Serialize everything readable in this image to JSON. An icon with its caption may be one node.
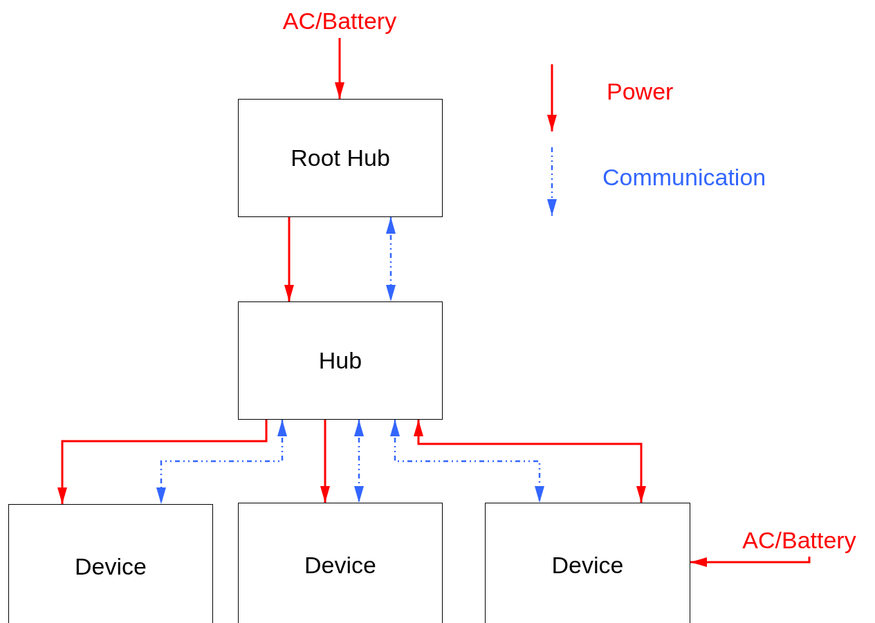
{
  "diagram": {
    "nodes": [
      {
        "text": [
          "AC/Battery"
        ]
      },
      {
        "text": [
          "Root Hub"
        ]
      },
      {
        "text": [
          "Hub"
        ]
      },
      {
        "text": [
          "Device"
        ]
      },
      {
        "text": [
          "Device"
        ]
      },
      {
        "text": [
          "Device"
        ]
      },
      {
        "text": [
          "AC/Battery"
        ]
      }
    ],
    "edges": [
      {
        "from": 0,
        "to": 1,
        "arrow": "to"
      },
      {
        "from": 1,
        "to": 2,
        "arrow": "to"
      },
      {
        "from": 1,
        "to": 2,
        "arrow": "both",
        "style": "dashed",
        "color": "#3366ff"
      },
      {
        "from": 2,
        "to": 3,
        "arrow": "to"
      },
      {
        "from": 2,
        "to": 3,
        "arrow": "both",
        "style": "dashed",
        "color": "#3366ff"
      },
      {
        "from": 2,
        "to": 4,
        "arrow": "to"
      },
      {
        "from": 2,
        "to": 4,
        "arrow": "both",
        "style": "dashed",
        "color": "#3366ff"
      },
      {
        "from": 2,
        "to": 5,
        "arrow": "both",
        "style": "dashed",
        "color": "#3366ff"
      },
      {
        "from": 5,
        "to": 2,
        "arrow": "both"
      },
      {
        "from": 6,
        "to": 5,
        "arrow": "to"
      }
    ],
    "legend": [
      {
        "text": "Power"
      },
      {
        "text": "Communication"
      }
    ]
  }
}
